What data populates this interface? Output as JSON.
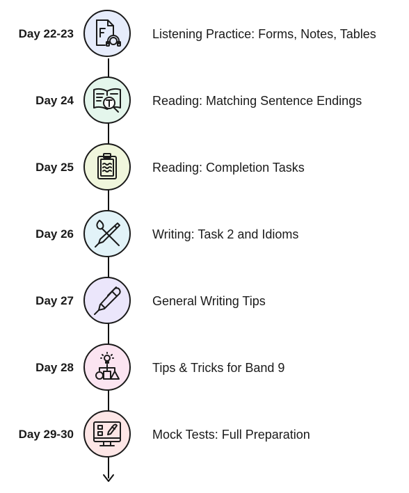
{
  "steps": [
    {
      "day": "Day 22-23",
      "topic": "Listening Practice: Forms, Notes, Tables",
      "icon": "form-headphones-icon",
      "color": "#e6ecfb"
    },
    {
      "day": "Day 24",
      "topic": "Reading: Matching Sentence Endings",
      "icon": "book-magnifier-icon",
      "color": "#e4f6ec"
    },
    {
      "day": "Day 25",
      "topic": "Reading: Completion Tasks",
      "icon": "clipboard-icon",
      "color": "#f0f6dc"
    },
    {
      "day": "Day 26",
      "topic": "Writing: Task 2 and Idioms",
      "icon": "pen-brush-icon",
      "color": "#e2f3f8"
    },
    {
      "day": "Day 27",
      "topic": "General Writing Tips",
      "icon": "pen-icon",
      "color": "#ebe6fb"
    },
    {
      "day": "Day 28",
      "topic": "Tips & Tricks for Band 9",
      "icon": "lightbulb-shapes-icon",
      "color": "#fbe4f1"
    },
    {
      "day": "Day 29-30",
      "topic": "Mock Tests: Full Preparation",
      "icon": "monitor-test-icon",
      "color": "#fde6e6"
    }
  ]
}
